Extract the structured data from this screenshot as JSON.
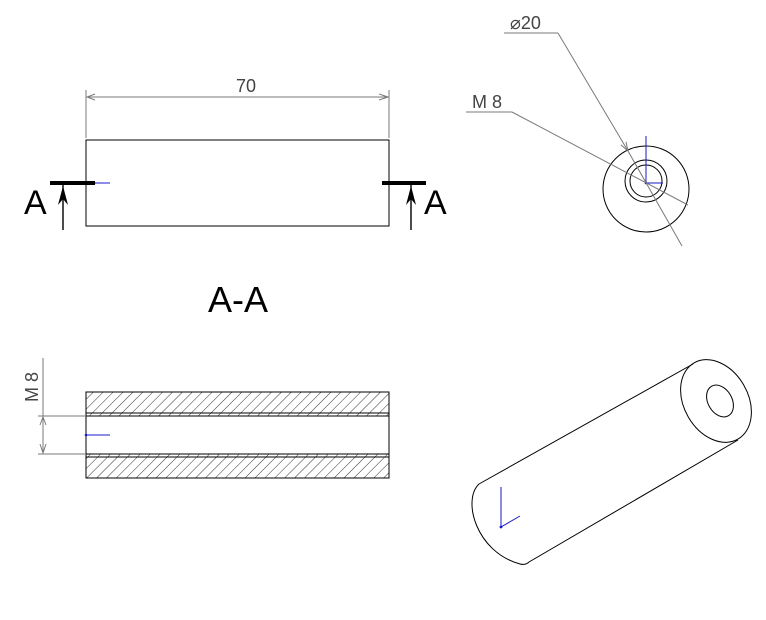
{
  "dimensions": {
    "length": "70",
    "diameter": "⌀20",
    "thread_top": "M 8",
    "thread_section": "M 8"
  },
  "section_marks": {
    "left": "A",
    "right": "A"
  },
  "section_title": "A-A",
  "colors": {
    "line": "#000000",
    "dimension": "#7a7a7a",
    "axis": "#1a1acc",
    "hatch": "#000000"
  }
}
